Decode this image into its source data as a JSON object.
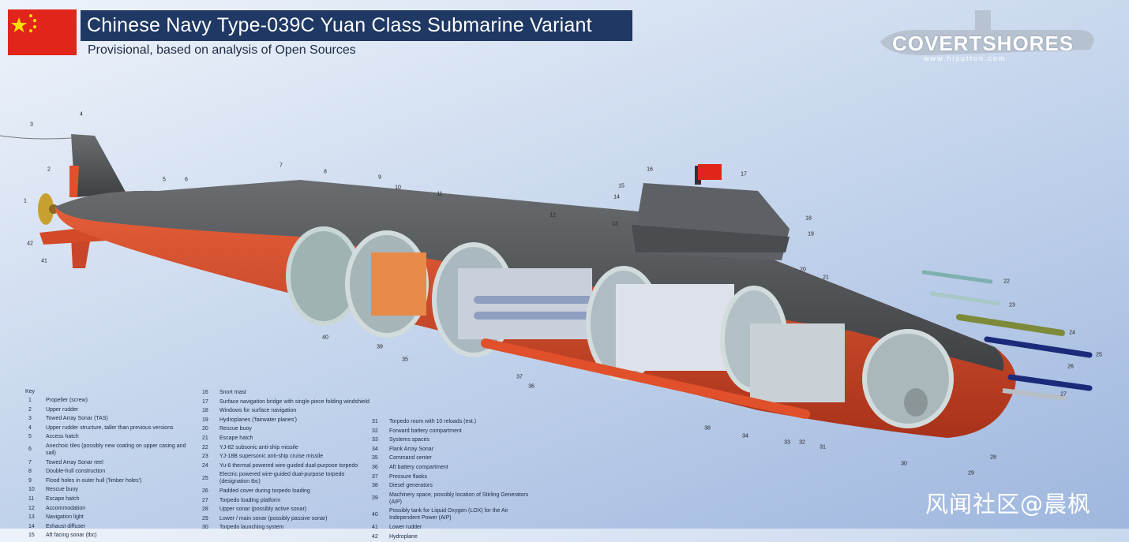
{
  "header": {
    "title": "Chinese Navy Type-039C Yuan Class Submarine Variant",
    "subtitle": "Provisional, based on analysis of Open Sources"
  },
  "logo": {
    "text": "COVERTSHORES",
    "url": "www.hisutton.com"
  },
  "colors": {
    "title_bg": "#1f3864",
    "flag_red": "#e1251b",
    "hull_top": "#55585c",
    "hull_bottom": "#e0502a"
  },
  "callouts": [
    "1",
    "2",
    "3",
    "4",
    "5",
    "6",
    "7",
    "8",
    "9",
    "10",
    "11",
    "12",
    "13",
    "14",
    "15",
    "16",
    "17",
    "18",
    "19",
    "20",
    "21",
    "22",
    "23",
    "24",
    "25",
    "26",
    "27",
    "28",
    "29",
    "30",
    "31",
    "32",
    "33",
    "34",
    "35",
    "36",
    "37",
    "38",
    "39",
    "40",
    "41",
    "42"
  ],
  "key": {
    "heading": "Key",
    "items": [
      {
        "n": "1",
        "t": "Propeller (screw)"
      },
      {
        "n": "2",
        "t": "Upper rudder"
      },
      {
        "n": "3",
        "t": "Towed Array Sonar (TAS)"
      },
      {
        "n": "4",
        "t": "Upper rudder structure, taller than previous versions"
      },
      {
        "n": "5",
        "t": "Access hatch"
      },
      {
        "n": "6",
        "t": "Anechoic tiles (possibly new coating on upper casing and sail)"
      },
      {
        "n": "7",
        "t": "Towed Array Sonar reel"
      },
      {
        "n": "8",
        "t": "Double-hull construction"
      },
      {
        "n": "9",
        "t": "Flood holes in outer hull ('limber holes')"
      },
      {
        "n": "10",
        "t": "Rescue buoy"
      },
      {
        "n": "11",
        "t": "Escape hatch"
      },
      {
        "n": "12",
        "t": "Accommodation"
      },
      {
        "n": "13",
        "t": "Navigation light"
      },
      {
        "n": "14",
        "t": "Exhaust diffuser"
      },
      {
        "n": "15",
        "t": "Aft facing sonar (tbc)"
      },
      {
        "n": "16",
        "t": "Snort mast"
      },
      {
        "n": "17",
        "t": "Surface navigation bridge with single piece folding windshield"
      },
      {
        "n": "18",
        "t": "Windows for surface navigation"
      },
      {
        "n": "19",
        "t": "Hydroplanes ('fairwater planes')"
      },
      {
        "n": "20",
        "t": "Rescue buoy"
      },
      {
        "n": "21",
        "t": "Escape hatch"
      },
      {
        "n": "22",
        "t": "YJ-82 subsonic anti-ship missile"
      },
      {
        "n": "23",
        "t": "YJ-18B supersonic anti-ship cruise missile"
      },
      {
        "n": "24",
        "t": "Yu-6 thermal powered wire-guided dual-purpose torpedo"
      },
      {
        "n": "25",
        "t": "Electric powered wire-guided dual-purpose torpedo (designation tbc)"
      },
      {
        "n": "26",
        "t": "Padded cover during torpedo loading"
      },
      {
        "n": "27",
        "t": "Torpedo loading platform"
      },
      {
        "n": "28",
        "t": "Upper sonar (possibly active sonar)"
      },
      {
        "n": "29",
        "t": "Lower / main sonar (possibly passive sonar)"
      },
      {
        "n": "30",
        "t": "Torpedo launching system"
      },
      {
        "n": "31",
        "t": "Torpedo room with 10 reloads (est.)"
      },
      {
        "n": "32",
        "t": "Forward battery compartment"
      },
      {
        "n": "33",
        "t": "Systems spaces"
      },
      {
        "n": "34",
        "t": "Flank Array Sonar"
      },
      {
        "n": "35",
        "t": "Command center"
      },
      {
        "n": "36",
        "t": "Aft battery compartment"
      },
      {
        "n": "37",
        "t": "Pressure flasks"
      },
      {
        "n": "38",
        "t": "Diesel generators"
      },
      {
        "n": "39",
        "t": "Machinery space, possibly location of Stirling Generators (AIP)"
      },
      {
        "n": "40",
        "t": "Possibly tank for Liquid Oxygen (LOX) for the Air Independent Power (AIP)"
      },
      {
        "n": "41",
        "t": "Lower rudder"
      },
      {
        "n": "42",
        "t": "Hydroplane"
      }
    ]
  },
  "watermark": "风闻社区@晨枫"
}
